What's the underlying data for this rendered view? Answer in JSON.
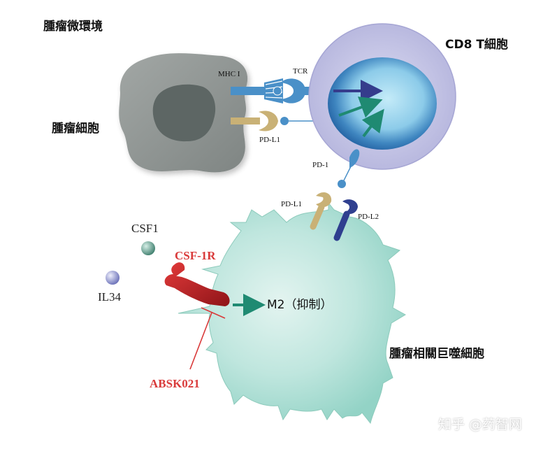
{
  "labels": {
    "tme": "腫瘤微環境",
    "tumor_cell": "腫瘤細胞",
    "cd8_t_cell": "CD8 T細胞",
    "tam": "腫瘤相關巨噬細胞",
    "mhc": "MHC I",
    "tcr": "TCR",
    "pdl1_tumor": "PD-L1",
    "pd1": "PD-1",
    "pdl1_mac": "PD-L1",
    "pdl2_mac": "PD-L2",
    "csf1": "CSF1",
    "il34": "IL34",
    "csf1r": "CSF-1R",
    "m2": "M2（抑制）",
    "absk021": "ABSK021"
  },
  "watermark": "知乎 @药智网",
  "colors": {
    "tumor_body": "#8f9593",
    "tumor_nucleus": "#5d6664",
    "tcell_outer": "#c9c8e8",
    "tcell_nucleus": "#2d6aab",
    "tcell_core": "#a9d9ef",
    "macrophage": "#a9ddd3",
    "receptor_blue": "#4a90c8",
    "ligand_tan": "#c9b176",
    "pdl2_navy": "#2f3f8f",
    "csf1r_red": "#c71f25",
    "csf1_ball": "#4f8e7c",
    "il34_ball": "#7f86c8",
    "arrow_green": "#1f8a72",
    "arrow_navy": "#353c8c",
    "inhibitor_red": "#d93a3a"
  }
}
